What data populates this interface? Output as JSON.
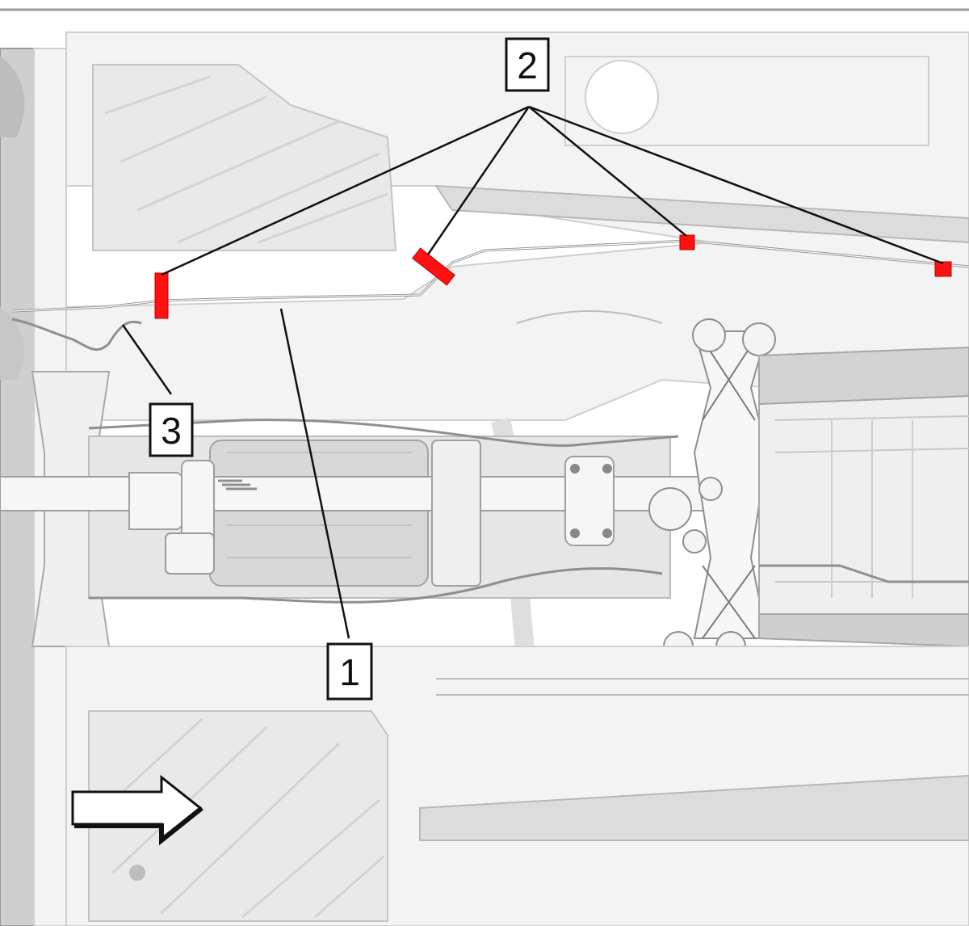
{
  "callouts": [
    {
      "id": "callout-1",
      "label": "1"
    },
    {
      "id": "callout-2",
      "label": "2"
    },
    {
      "id": "callout-3",
      "label": "3"
    }
  ],
  "colors": {
    "clip": "#ff1111",
    "line": "#111111",
    "panel": "#e9e9e9"
  },
  "icons": {
    "direction": "front-direction-arrow-icon"
  }
}
